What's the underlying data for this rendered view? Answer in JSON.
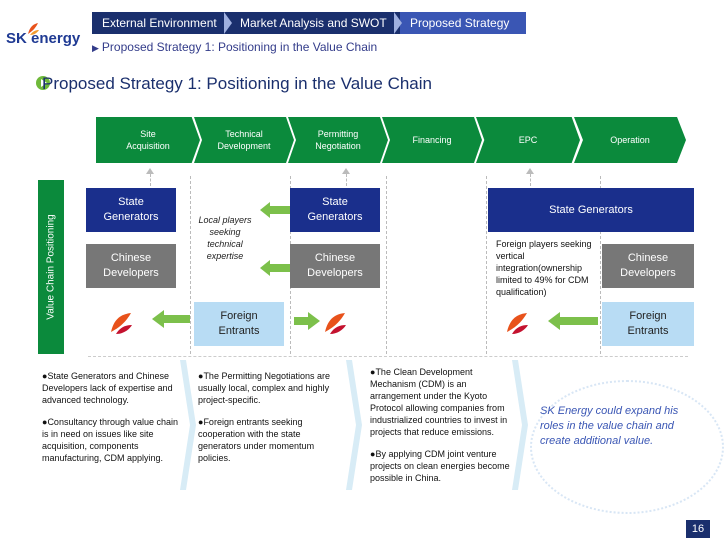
{
  "logo": {
    "brand": "SK energy"
  },
  "nav": {
    "tabs": [
      {
        "label": "External Environment"
      },
      {
        "label": "Market Analysis and SWOT"
      },
      {
        "label": "Proposed Strategy"
      }
    ]
  },
  "breadcrumb": "Proposed Strategy 1: Positioning in the Value Chain",
  "page_title": "Proposed Strategy 1: Positioning in the Value Chain",
  "chain": [
    {
      "label": "Site Acquisition"
    },
    {
      "label": "Technical Development"
    },
    {
      "label": "Permitting Negotiation"
    },
    {
      "label": "Financing"
    },
    {
      "label": "EPC"
    },
    {
      "label": "Operation"
    }
  ],
  "vertical_label": "Value Chain Positioning",
  "col1": {
    "state": "State Generators",
    "chinese": "Chinese Developers"
  },
  "local_players": "Local players seeking technical expertise",
  "foreign1": "Foreign Entrants",
  "col3": {
    "state": "State Generators",
    "chinese": "Chinese Developers"
  },
  "col5": {
    "state": "State Generators",
    "foreign_players": "Foreign players seeking vertical integration(ownership limited to 49% for CDM qualification)",
    "chinese": "Chinese Developers",
    "foreign": "Foreign Entrants"
  },
  "bottom": {
    "b1": [
      "State Generators and Chinese Developers lack of expertise and advanced technology.",
      "Consultancy through value chain is in need on issues like site acquisition, components manufacturing, CDM applying."
    ],
    "b2": [
      "The Permitting Negotiations are usually local, complex and highly project-specific.",
      "Foreign entrants seeking cooperation with the state generators under momentum policies."
    ],
    "b3": [
      "The Clean Development Mechanism (CDM) is an arrangement under the Kyoto Protocol allowing companies from industrialized countries to invest in projects that reduce emissions.",
      "By applying CDM joint venture projects on clean energies become possible in China."
    ],
    "conclusion": "SK Energy could expand his roles in the value chain and create additional value."
  },
  "page_number": "16",
  "colors": {
    "navy": "#1a2f6d",
    "green": "#0b8a3c",
    "gray": "#777777",
    "light_blue": "#b8dcf4",
    "accent_orange": "#e8521b"
  }
}
